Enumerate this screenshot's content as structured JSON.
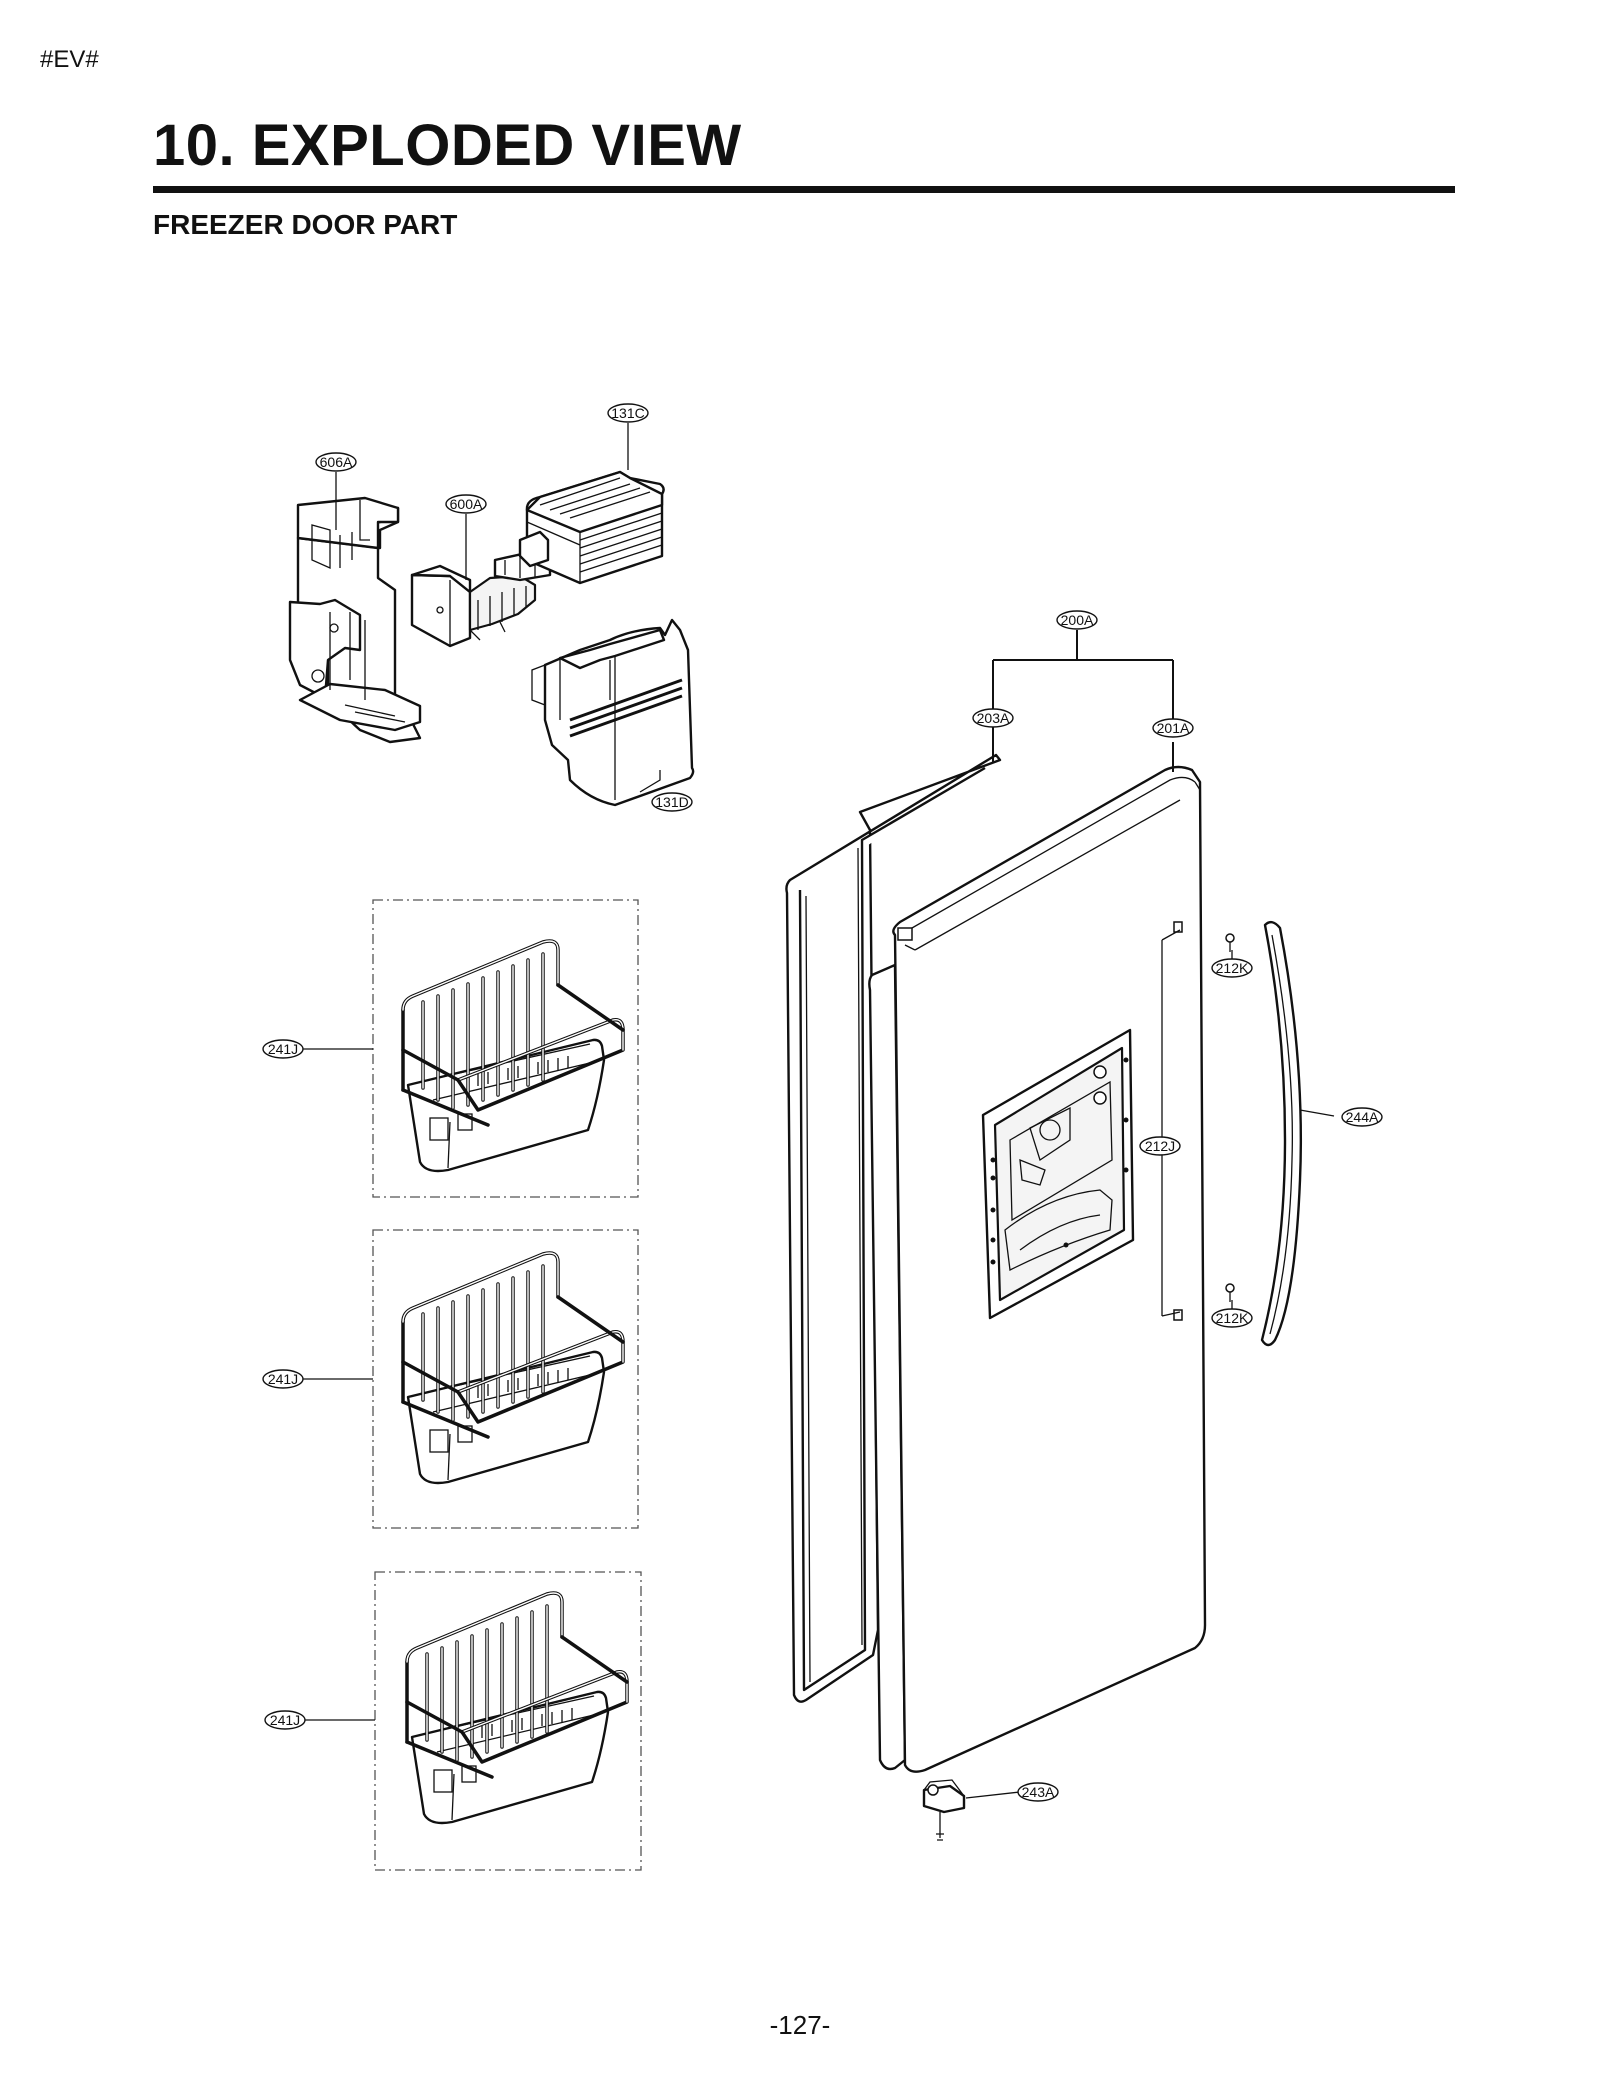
{
  "document": {
    "marker": "#EV#",
    "title": "10. EXPLODED VIEW",
    "subtitle": "FREEZER DOOR PART",
    "page_number": "-127-"
  },
  "callouts": {
    "c131C": "131C",
    "c606A": "606A",
    "c600A": "600A",
    "c131D": "131D",
    "c200A": "200A",
    "c203A": "203A",
    "c201A": "201A",
    "c212K_top": "212K",
    "c244A": "244A",
    "c212J": "212J",
    "c212K_bottom": "212K",
    "c241J_1": "241J",
    "c241J_2": "241J",
    "c241J_3": "241J",
    "c243A": "243A"
  }
}
